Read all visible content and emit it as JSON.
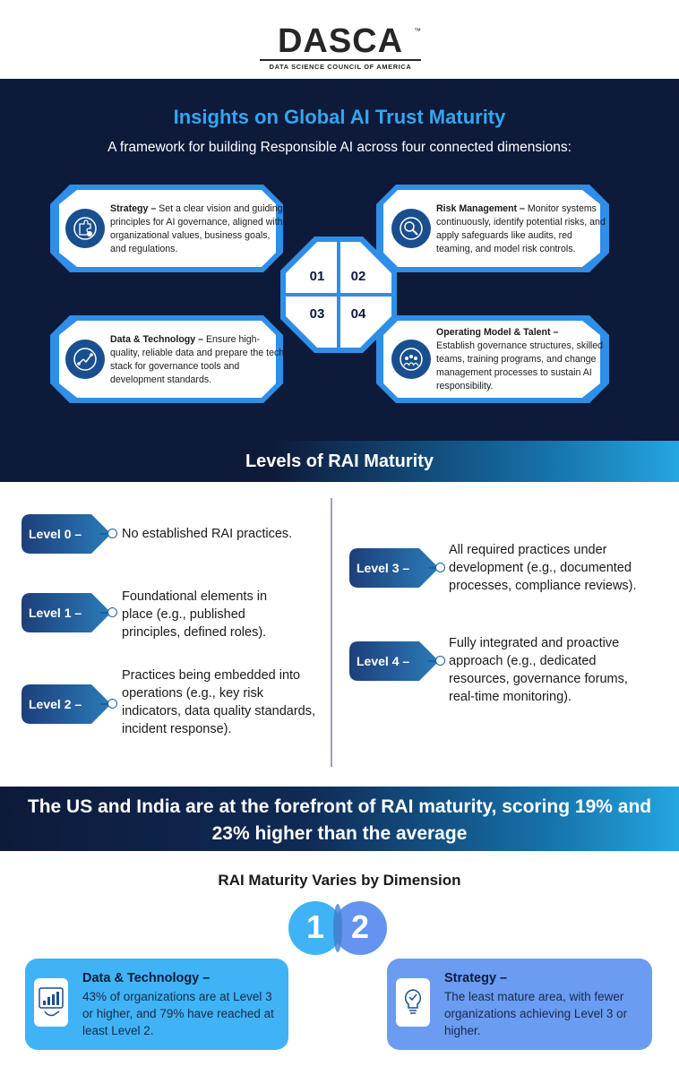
{
  "header": {
    "logo_text": "DASCA",
    "logo_tm": "™",
    "logo_subtitle": "DATA SCIENCE COUNCIL OF AMERICA"
  },
  "framework": {
    "title": "Insights on Global AI Trust Maturity",
    "subtitle": "A framework for building Responsible AI across four connected dimensions:",
    "cards": [
      {
        "heading": "Strategy –",
        "body": " Set a clear vision and guiding principles for AI governance, aligned with organizational values, business goals, and regulations.",
        "icon": "puzzle-gear-icon"
      },
      {
        "heading": "Risk Management –",
        "body": " Monitor systems continuously, identify potential risks, and apply safeguards like audits, red teaming, and model risk controls.",
        "icon": "risk-magnifier-icon"
      },
      {
        "heading": "Data & Technology –",
        "body": " Ensure high-quality, reliable data and prepare the tech stack for governance tools and development standards.",
        "icon": "circuit-hand-icon"
      },
      {
        "heading": "Operating Model & Talent –",
        "body": " Establish governance structures, skilled teams, training programs, and change management processes to sustain AI responsibility.",
        "icon": "team-growth-icon"
      }
    ],
    "numbers": [
      "01",
      "02",
      "03",
      "04"
    ]
  },
  "levels": {
    "title": "Levels of RAI Maturity",
    "items": [
      {
        "label": "Level 0 –",
        "desc": "No established RAI practices."
      },
      {
        "label": "Level 1 –",
        "desc": "Foundational elements in place (e.g., published principles, defined roles)."
      },
      {
        "label": "Level 2 –",
        "desc": "Practices being embedded into operations (e.g., key risk indicators, data quality standards, incident response)."
      },
      {
        "label": "Level 3 –",
        "desc": "All required practices under development (e.g., documented processes, compliance reviews)."
      },
      {
        "label": "Level 4 –",
        "desc": "Fully integrated and proactive approach (e.g., dedicated resources, governance forums, real-time monitoring)."
      }
    ]
  },
  "banner": {
    "text": "The US and India are at the forefront of RAI maturity, scoring 19% and 23% higher than the average"
  },
  "dimensions": {
    "title": "RAI Maturity Varies by Dimension",
    "circles": [
      "1",
      "2"
    ],
    "cards": [
      {
        "heading": "Data & Technology –",
        "body": "43% of organizations are at Level 3 or higher, and 79% have reached at least Level 2.",
        "icon": "chart-tablet-icon"
      },
      {
        "heading": "Strategy –",
        "body": "The least mature area, with fewer organizations achieving Level 3 or higher.",
        "icon": "lightbulb-icon"
      }
    ]
  },
  "colors": {
    "navy": "#0e1a3a",
    "accent_blue": "#33a6f0",
    "pill_gradient_start": "#1d3f7a",
    "pill_gradient_end": "#2a7bb8",
    "dim_card_1": "#3fb3f5",
    "dim_card_2": "#6a9cf2"
  }
}
